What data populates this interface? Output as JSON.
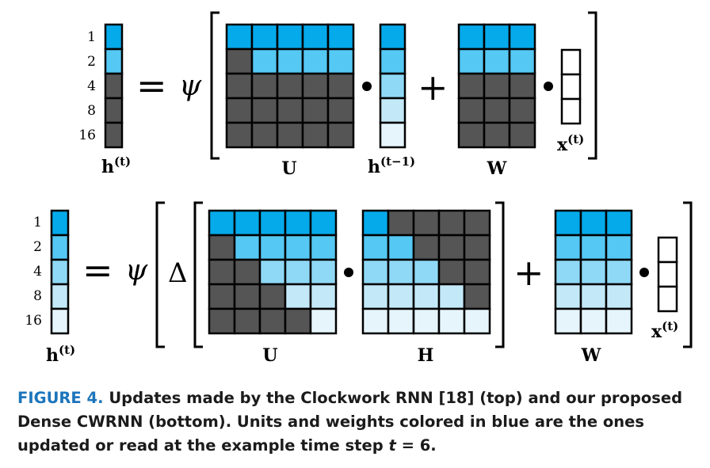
{
  "colors": {
    "bright": "#05aaea",
    "medium": "#55c8f4",
    "light": "#8fd9f6",
    "pale": "#c3e9f8",
    "faint": "#e6f5fc",
    "dark": "#555555",
    "white": "#ffffff"
  },
  "top": {
    "row_labels": [
      "1",
      "2",
      "4",
      "8",
      "16"
    ],
    "h_label": "h",
    "h_sup": "(t)",
    "eq": "=",
    "psi": "ψ",
    "U_label": "U",
    "hprev_label": "h",
    "hprev_sup": "(t−1)",
    "plus": "+",
    "W_label": "W",
    "x_label": "x",
    "x_sup": "(t)",
    "h_colors": [
      "bright",
      "medium",
      "dark",
      "dark",
      "dark"
    ],
    "U_grid": [
      [
        "bright",
        "bright",
        "bright",
        "bright",
        "bright"
      ],
      [
        "dark",
        "medium",
        "medium",
        "medium",
        "medium"
      ],
      [
        "dark",
        "dark",
        "dark",
        "dark",
        "dark"
      ],
      [
        "dark",
        "dark",
        "dark",
        "dark",
        "dark"
      ],
      [
        "dark",
        "dark",
        "dark",
        "dark",
        "dark"
      ]
    ],
    "hprev_colors": [
      "bright",
      "medium",
      "light",
      "pale",
      "faint"
    ],
    "W_grid": [
      [
        "bright",
        "bright",
        "bright"
      ],
      [
        "medium",
        "medium",
        "medium"
      ],
      [
        "dark",
        "dark",
        "dark"
      ],
      [
        "dark",
        "dark",
        "dark"
      ],
      [
        "dark",
        "dark",
        "dark"
      ]
    ],
    "x_colors": [
      "white",
      "white",
      "white"
    ]
  },
  "bottom": {
    "row_labels": [
      "1",
      "2",
      "4",
      "8",
      "16"
    ],
    "h_label": "h",
    "h_sup": "(t)",
    "eq": "=",
    "psi": "ψ",
    "delta": "Δ",
    "U_label": "U",
    "H_label": "H",
    "plus": "+",
    "W_label": "W",
    "x_label": "x",
    "x_sup": "(t)",
    "h_colors": [
      "bright",
      "medium",
      "light",
      "pale",
      "faint"
    ],
    "U_grid": [
      [
        "bright",
        "bright",
        "bright",
        "bright",
        "bright"
      ],
      [
        "dark",
        "medium",
        "medium",
        "medium",
        "medium"
      ],
      [
        "dark",
        "dark",
        "light",
        "light",
        "light"
      ],
      [
        "dark",
        "dark",
        "dark",
        "pale",
        "pale"
      ],
      [
        "dark",
        "dark",
        "dark",
        "dark",
        "faint"
      ]
    ],
    "H_grid": [
      [
        "bright",
        "dark",
        "dark",
        "dark",
        "dark"
      ],
      [
        "medium",
        "medium",
        "dark",
        "dark",
        "dark"
      ],
      [
        "light",
        "light",
        "light",
        "dark",
        "dark"
      ],
      [
        "pale",
        "pale",
        "pale",
        "pale",
        "dark"
      ],
      [
        "faint",
        "faint",
        "faint",
        "faint",
        "faint"
      ]
    ],
    "W_grid": [
      [
        "bright",
        "bright",
        "bright"
      ],
      [
        "medium",
        "medium",
        "medium"
      ],
      [
        "light",
        "light",
        "light"
      ],
      [
        "pale",
        "pale",
        "pale"
      ],
      [
        "faint",
        "faint",
        "faint"
      ]
    ],
    "x_colors": [
      "white",
      "white",
      "white"
    ]
  },
  "caption": {
    "figure_label": "FIGURE 4.",
    "text_a": " Updates made by the Clockwork RNN [18] (top) and our proposed Dense CWRNN (bottom). Units and weights colored in blue are the ones updated or read at the example time step ",
    "var": "t",
    "text_b": " = 6."
  }
}
